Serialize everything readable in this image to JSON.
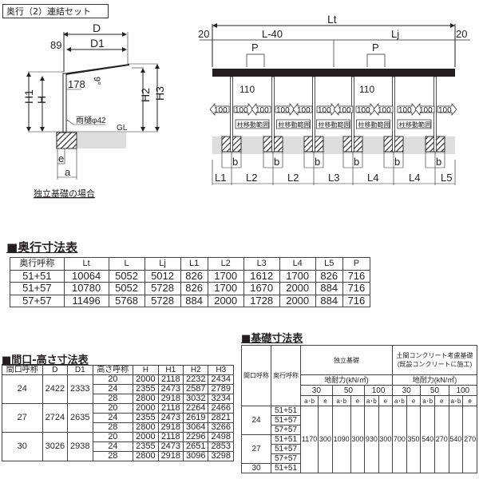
{
  "set_label": "奥行（2）連結セット",
  "side_view": {
    "D": "D",
    "D1": "D1",
    "dim_89": "89",
    "dim_178": "178",
    "angle": "9°",
    "H": "H",
    "H1": "H1",
    "H2": "H2",
    "H3": "H3",
    "gutter": "雨樋φ42",
    "GL": "GL",
    "e": "e",
    "a": "a",
    "caption": "独立基礎の場合"
  },
  "front_view": {
    "Lt": "Lt",
    "L40": "L-40",
    "Lj": "Lj",
    "left_20": "20",
    "right_20": "20",
    "P": "P",
    "dim_110": "110",
    "dim_100": "100",
    "post_range": "柱移動範囲",
    "b": "b",
    "bottom_labels": [
      "L1",
      "L2",
      "L2",
      "L3",
      "L4",
      "L4",
      "L5"
    ]
  },
  "depth_table": {
    "title": "■奥行寸法表",
    "headers": [
      "奥行呼称",
      "Lt",
      "L",
      "Lj",
      "L1",
      "L2",
      "L3",
      "L4",
      "L5",
      "P"
    ],
    "rows": [
      [
        "51+51",
        "10064",
        "5052",
        "5012",
        "826",
        "1700",
        "1612",
        "1700",
        "826",
        "716"
      ],
      [
        "51+57",
        "10780",
        "5052",
        "5728",
        "826",
        "1700",
        "1670",
        "2000",
        "884",
        "716"
      ],
      [
        "57+57",
        "11496",
        "5768",
        "5728",
        "884",
        "2000",
        "1728",
        "2000",
        "884",
        "716"
      ]
    ]
  },
  "width_height_table": {
    "title": "■間口-高さ寸法表",
    "headers": [
      "間口呼称",
      "D",
      "D1",
      "高さ呼称",
      "H",
      "H1",
      "H2",
      "H3"
    ],
    "groups": [
      {
        "width": "24",
        "D": "2422",
        "D1": "2333",
        "rows": [
          [
            "20",
            "2000",
            "2118",
            "2232",
            "2434"
          ],
          [
            "24",
            "2355",
            "2473",
            "2587",
            "2789"
          ],
          [
            "28",
            "2800",
            "2918",
            "3032",
            "3234"
          ]
        ]
      },
      {
        "width": "27",
        "D": "2724",
        "D1": "2635",
        "rows": [
          [
            "20",
            "2000",
            "2118",
            "2264",
            "2466"
          ],
          [
            "24",
            "2355",
            "2473",
            "2619",
            "2821"
          ],
          [
            "28",
            "2800",
            "2918",
            "3064",
            "3266"
          ]
        ]
      },
      {
        "width": "30",
        "D": "3026",
        "D1": "2938",
        "rows": [
          [
            "20",
            "2000",
            "2118",
            "2296",
            "2498"
          ],
          [
            "24",
            "2355",
            "2473",
            "2651",
            "2853"
          ],
          [
            "28",
            "2800",
            "2918",
            "3096",
            "3298"
          ]
        ]
      }
    ]
  },
  "foundation_table": {
    "title": "■基礎寸法表",
    "col_width": "間口呼称",
    "col_depth": "奥行呼称",
    "independent": "独立基礎",
    "slab_line1": "土間コンクリート考慮基礎",
    "slab_line2": "(既設コンクリートに施工)",
    "bearing": "地耐力(kN/㎡)",
    "bearing_values": [
      "30",
      "50",
      "100"
    ],
    "sub_ab": "a･b",
    "sub_e": "e",
    "groups": [
      {
        "width": "24",
        "depths": [
          "51+51",
          "51+57",
          "57+57"
        ]
      },
      {
        "width": "27",
        "depths": [
          "51+51",
          "51+57",
          "57+57"
        ]
      },
      {
        "width": "30",
        "depths": [
          "51+51"
        ]
      }
    ],
    "values": [
      "1170",
      "300",
      "1090",
      "300",
      "930",
      "300",
      "700",
      "350",
      "540",
      "270",
      "540",
      "270"
    ]
  }
}
